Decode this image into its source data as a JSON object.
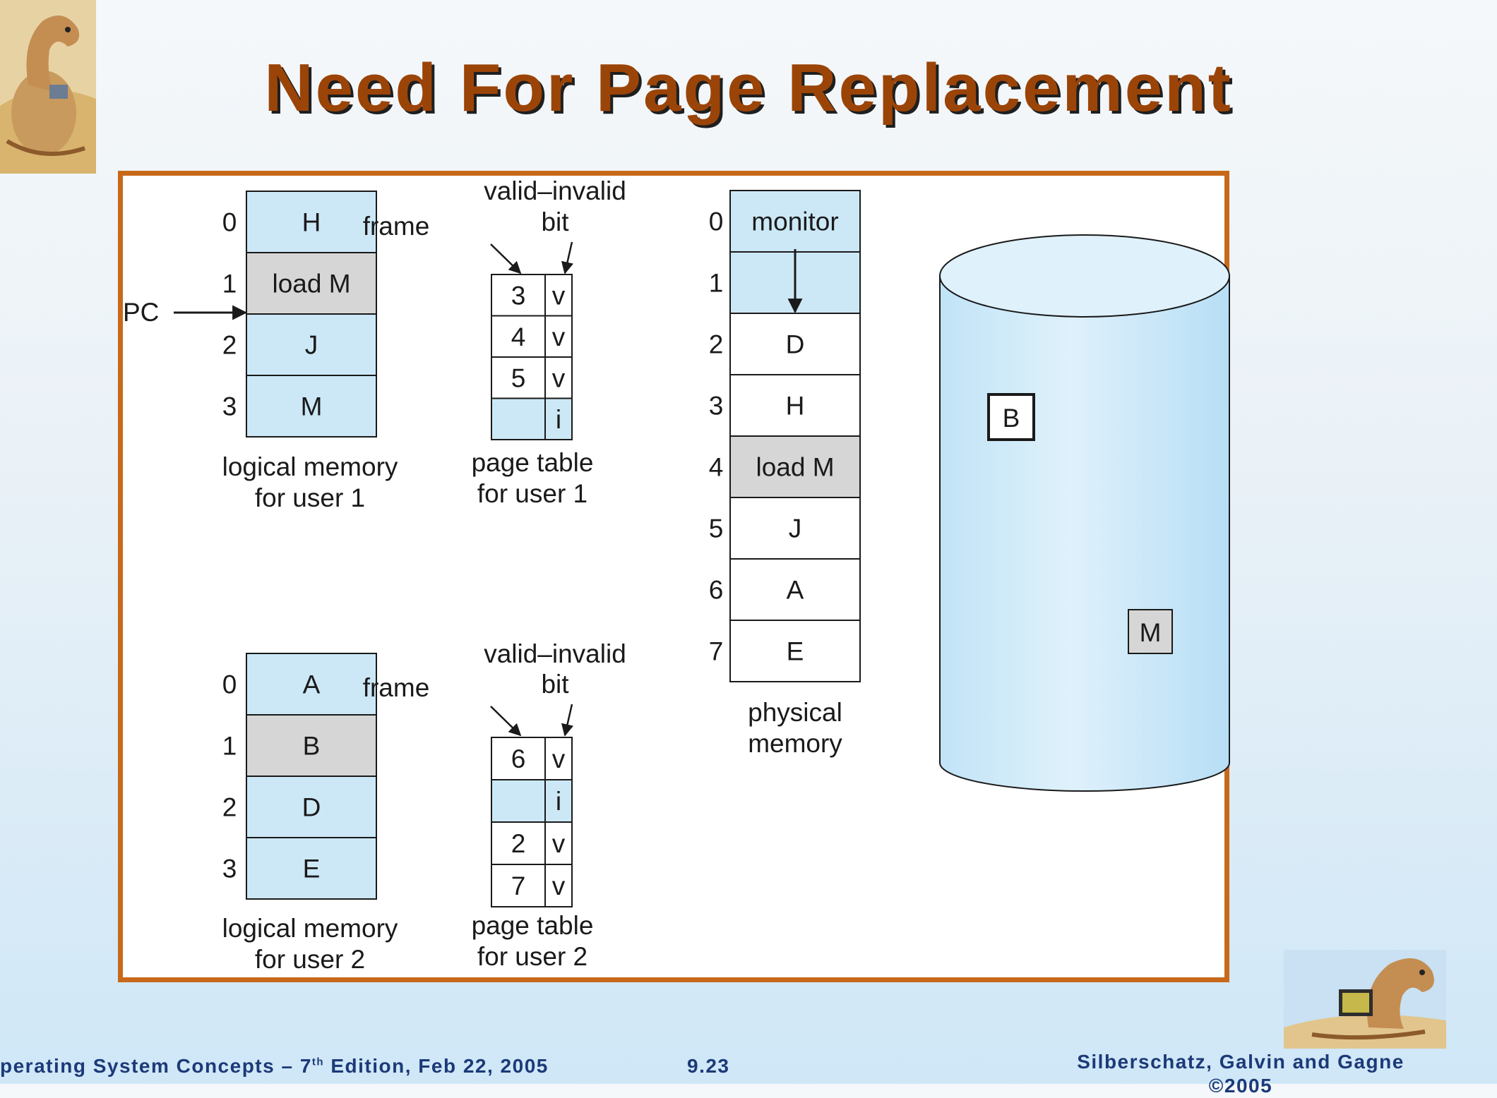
{
  "slide": {
    "title": "Need For Page Replacement"
  },
  "footer": {
    "left_prefix": "perating System Concepts – 7",
    "left_sup": "th",
    "left_suffix": " Edition, Feb 22, 2005",
    "page": "9.23",
    "right_line1": "Silberschatz, Galvin and Gagne",
    "right_line2": "©2005"
  },
  "diagram": {
    "colors": {
      "cell_blue": "#cce8f7",
      "cell_gray": "#d6d6d6",
      "disk_blue": "#c5e6f8",
      "border": "#c8691a"
    },
    "user1": {
      "logical_memory": {
        "label_line1": "logical memory",
        "label_line2": "for user 1",
        "rows": [
          {
            "index": "0",
            "content": "H",
            "highlight": "blue"
          },
          {
            "index": "1",
            "content": "load M",
            "highlight": "gray"
          },
          {
            "index": "2",
            "content": "J",
            "highlight": "blue"
          },
          {
            "index": "3",
            "content": "M",
            "highlight": "blue"
          }
        ]
      },
      "pc_label": "PC",
      "frame_label": "frame",
      "vi_label_line1": "valid–invalid",
      "vi_label_line2": "bit",
      "page_table": {
        "label_line1": "page table",
        "label_line2": "for user 1",
        "rows": [
          {
            "frame": "3",
            "bit": "v"
          },
          {
            "frame": "4",
            "bit": "v"
          },
          {
            "frame": "5",
            "bit": "v"
          },
          {
            "frame": "",
            "bit": "i"
          }
        ]
      }
    },
    "user2": {
      "logical_memory": {
        "label_line1": "logical memory",
        "label_line2": "for user 2",
        "rows": [
          {
            "index": "0",
            "content": "A",
            "highlight": "blue"
          },
          {
            "index": "1",
            "content": "B",
            "highlight": "gray"
          },
          {
            "index": "2",
            "content": "D",
            "highlight": "blue"
          },
          {
            "index": "3",
            "content": "E",
            "highlight": "blue"
          }
        ]
      },
      "frame_label": "frame",
      "vi_label_line1": "valid–invalid",
      "vi_label_line2": "bit",
      "page_table": {
        "label_line1": "page table",
        "label_line2": "for user 2",
        "rows": [
          {
            "frame": "6",
            "bit": "v"
          },
          {
            "frame": "",
            "bit": "i"
          },
          {
            "frame": "2",
            "bit": "v"
          },
          {
            "frame": "7",
            "bit": "v"
          }
        ]
      }
    },
    "physical_memory": {
      "label_line1": "physical",
      "label_line2": "memory",
      "rows": [
        {
          "index": "0",
          "content": "monitor",
          "highlight": "blue"
        },
        {
          "index": "1",
          "content": "",
          "highlight": "blue"
        },
        {
          "index": "2",
          "content": "D",
          "highlight": "none"
        },
        {
          "index": "3",
          "content": "H",
          "highlight": "none"
        },
        {
          "index": "4",
          "content": "load M",
          "highlight": "gray"
        },
        {
          "index": "5",
          "content": "J",
          "highlight": "none"
        },
        {
          "index": "6",
          "content": "A",
          "highlight": "none"
        },
        {
          "index": "7",
          "content": "E",
          "highlight": "none"
        }
      ]
    },
    "disk": {
      "pages": [
        {
          "label": "B",
          "style": "white"
        },
        {
          "label": "M",
          "style": "gray"
        }
      ]
    }
  }
}
